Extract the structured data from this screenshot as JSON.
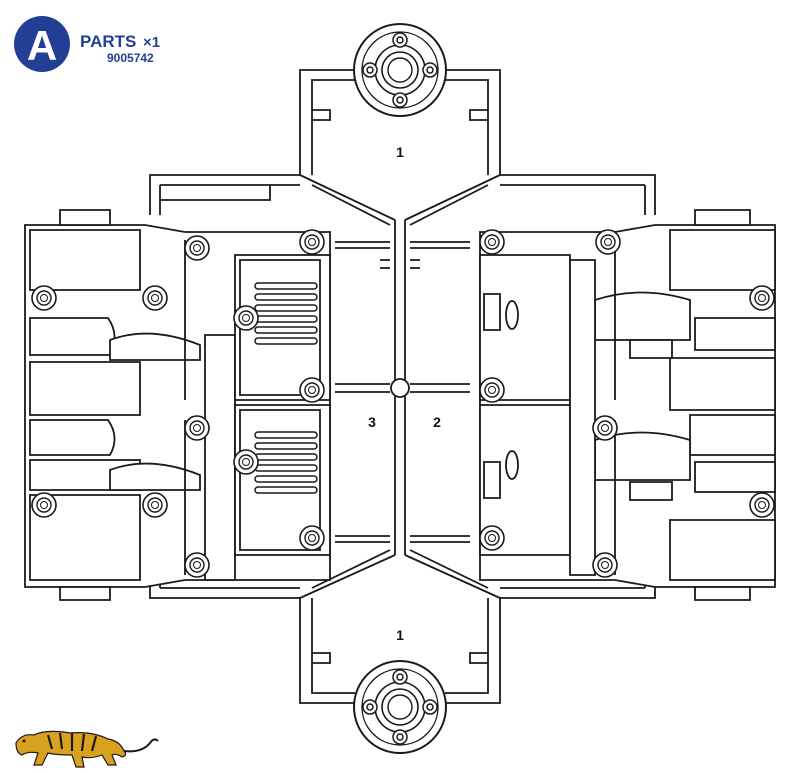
{
  "header": {
    "letter": "A",
    "parts_label": "PARTS",
    "multiplier": "×1",
    "part_number": "9005742"
  },
  "part_numbers": [
    "1",
    "3",
    "2",
    "1"
  ],
  "colors": {
    "badge": "#233f95",
    "line": "#1a1a1a",
    "tiger": "#d9a21e"
  },
  "icons": [
    "tiger-logo-icon"
  ]
}
